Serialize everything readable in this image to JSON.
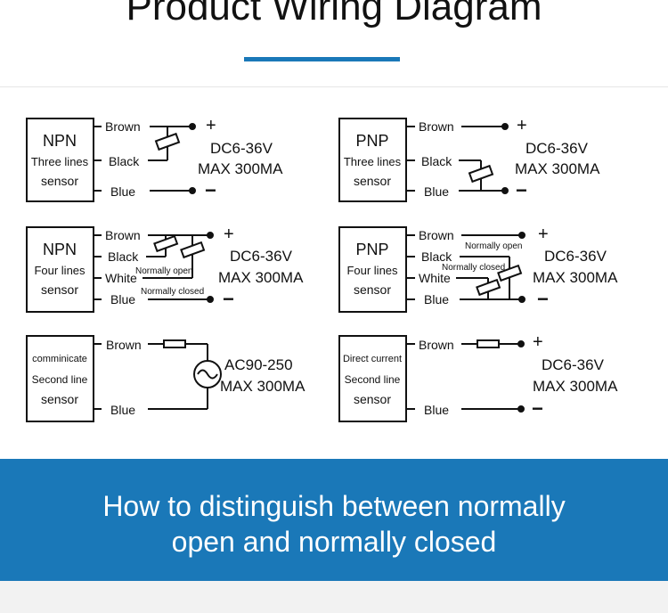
{
  "header": {
    "title": "Product Wiring Diagram"
  },
  "diagrams": [
    {
      "sensor_lines": [
        "NPN",
        "Three lines",
        "sensor"
      ],
      "wires": [
        "Brown",
        "Black",
        "Blue"
      ],
      "supply": [
        "DC6-36V",
        "MAX 300MA"
      ],
      "contacts": [],
      "terminals": [
        "+",
        "−"
      ]
    },
    {
      "sensor_lines": [
        "PNP",
        "Three lines",
        "sensor"
      ],
      "wires": [
        "Brown",
        "Black",
        "Blue"
      ],
      "supply": [
        "DC6-36V",
        "MAX 300MA"
      ],
      "contacts": [],
      "terminals": [
        "+",
        "−"
      ]
    },
    {
      "sensor_lines": [
        "NPN",
        "Four lines",
        "sensor"
      ],
      "wires": [
        "Brown",
        "Black",
        "White",
        "Blue"
      ],
      "supply": [
        "DC6-36V",
        "MAX 300MA"
      ],
      "contacts": [
        "Normally open",
        "Normally closed"
      ],
      "terminals": [
        "+",
        "−"
      ]
    },
    {
      "sensor_lines": [
        "PNP",
        "Four lines",
        "sensor"
      ],
      "wires": [
        "Brown",
        "Black",
        "White",
        "Blue"
      ],
      "supply": [
        "DC6-36V",
        "MAX 300MA"
      ],
      "contacts": [
        "Normally open",
        "Normally closed"
      ],
      "terminals": [
        "+",
        "−"
      ]
    },
    {
      "sensor_lines": [
        "comminicate",
        "Second line",
        "sensor"
      ],
      "wires": [
        "Brown",
        "Blue"
      ],
      "supply": [
        "AC90-250",
        "MAX 300MA"
      ],
      "contacts": [],
      "terminals": []
    },
    {
      "sensor_lines": [
        "Direct current",
        "Second line",
        "sensor"
      ],
      "wires": [
        "Brown",
        "Blue"
      ],
      "supply": [
        "DC6-36V",
        "MAX 300MA"
      ],
      "contacts": [],
      "terminals": [
        "+",
        "−"
      ]
    }
  ],
  "banner": {
    "line1": "How to distinguish between normally",
    "line2": "open and normally closed"
  },
  "colors": {
    "accent": "#1a78b8",
    "strip": "#f2f2f2"
  }
}
